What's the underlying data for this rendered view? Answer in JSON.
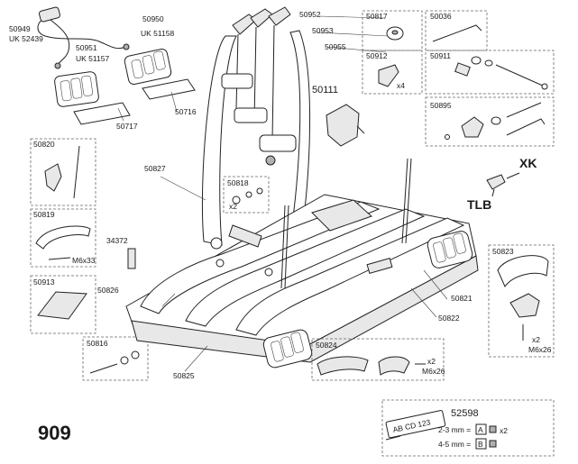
{
  "model": "909",
  "parts": {
    "p50949": "50949",
    "uk52439": "UK 52439",
    "p50950": "50950",
    "uk51158": "UK 51158",
    "p50951": "50951",
    "uk51157": "UK 51157",
    "p50717": "50717",
    "p50716": "50716",
    "p50952": "50952",
    "p50953": "50953",
    "p50955": "50955",
    "p50111": "50111",
    "p50817": "50817",
    "p50036": "50036",
    "p50912": "50912",
    "p50911": "50911",
    "p50895": "50895",
    "p50820": "50820",
    "p50827": "50827",
    "p50818": "50818",
    "p50819": "50819",
    "p34372": "34372",
    "p50913": "50913",
    "p50826": "50826",
    "p50823": "50823",
    "p50821": "50821",
    "p50822": "50822",
    "p50816": "50816",
    "p50825": "50825",
    "p50824": "50824",
    "p52598": "52598",
    "xk": "XK",
    "tlb": "TLB",
    "x4": "x4",
    "x2a": "x2",
    "x2b": "x2",
    "x2c": "x2",
    "x2d": "x2",
    "m6x33": "M6x33",
    "m6x26a": "M6x26",
    "m6x26b": "M6x26",
    "plate_text": "AB CD 123",
    "plate_2_3": "2-3 mm =",
    "plate_a": "A",
    "plate_4_5": "4-5 mm =",
    "plate_b": "B"
  },
  "colors": {
    "line": "#222222",
    "box_border": "#666666",
    "fill_light": "#e8e8e8"
  }
}
